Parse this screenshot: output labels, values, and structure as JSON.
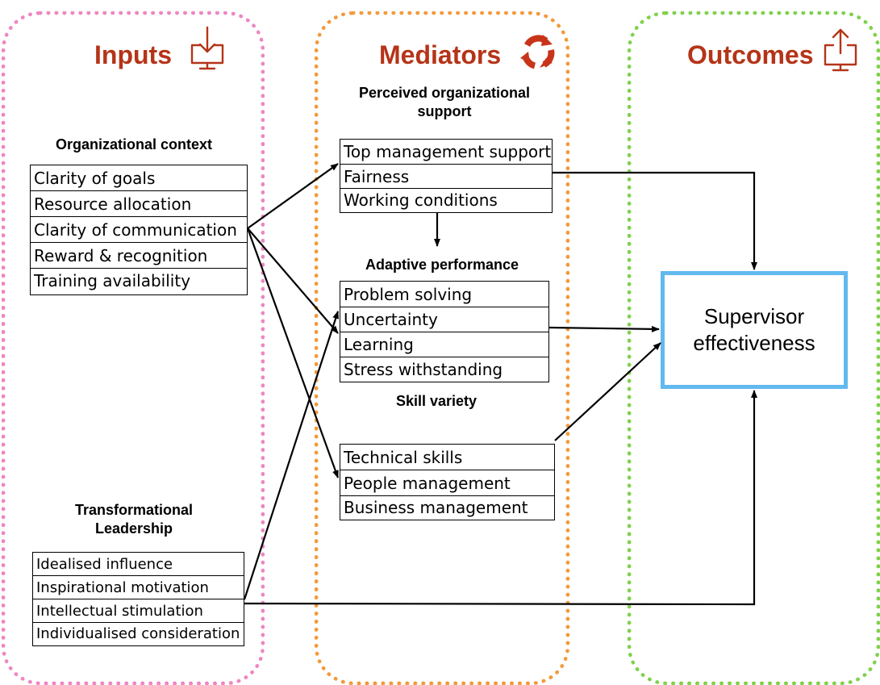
{
  "inputs": {
    "heading": "Inputs",
    "icon": "download-monitor-icon",
    "organizational_context": {
      "title": "Organizational context",
      "items": [
        "Clarity of goals",
        "Resource allocation",
        "Clarity of communication",
        "Reward & recognition",
        "Training availability"
      ]
    },
    "transformational_leadership": {
      "title_line1": "Transformational",
      "title_line2": "Leadership",
      "items": [
        "Idealised influence",
        "Inspirational motivation",
        "Intellectual stimulation",
        "Individualised consideration"
      ]
    }
  },
  "mediators": {
    "heading": "Mediators",
    "icon": "refresh-cycle-icon",
    "perceived_support": {
      "title_line1": "Perceived organizational",
      "title_line2": "support",
      "items": [
        "Top management support",
        "Fairness",
        "Working conditions"
      ]
    },
    "adaptive_performance": {
      "title": "Adaptive performance",
      "items": [
        "Problem solving",
        "Uncertainty",
        "Learning",
        "Stress withstanding"
      ]
    },
    "skill_variety": {
      "title": "Skill variety",
      "items": [
        "Technical skills",
        "People management",
        "Business management"
      ]
    }
  },
  "outcomes": {
    "heading": "Outcomes",
    "icon": "upload-monitor-icon",
    "box_line1": "Supervisor",
    "box_line2": "effectiveness"
  },
  "colors": {
    "heading": "#b53418",
    "inputs_border": "#ee86c3",
    "mediators_border": "#f29a3b",
    "outcomes_border": "#7ed24b",
    "outcome_box_border": "#61b9ee"
  }
}
